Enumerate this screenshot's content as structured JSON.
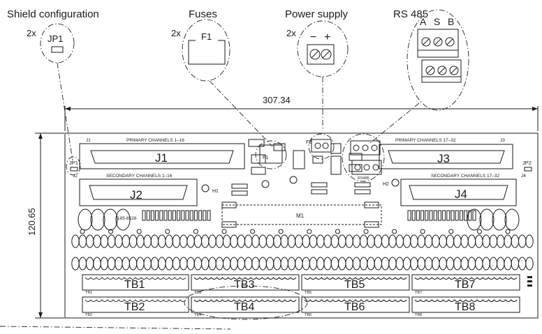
{
  "callouts": {
    "shield_title": "Shield configuration",
    "fuses_title": "Fuses",
    "power_title": "Power supply",
    "rs485_title": "RS 485",
    "shield_qty": "2x",
    "fuses_qty": "2x",
    "power_qty": "2x",
    "shield_part": "JP1",
    "fuse_part": "F1",
    "power_minus": "−",
    "power_plus": "+",
    "rs_a": "A",
    "rs_s": "S",
    "rs_b": "B"
  },
  "dimensions": {
    "width": "307.34",
    "height": "120.65"
  },
  "board": {
    "j1_header": "PRIMARY CHANNELS 1–16",
    "j3_header": "PRIMARY CHANNELS 17–32",
    "j2_header": "SECONDARY CHANNELS 1–16",
    "j4_header": "SECONDARY CHANNELS 17–32",
    "j1": "J1",
    "j2": "J2",
    "j3": "J3",
    "j4": "J4",
    "j1_ref": "J1",
    "j2_ref": "J2",
    "j3_ref": "J3",
    "j4_ref": "J4",
    "jp1": "JP1",
    "jp2": "JP2",
    "h1": "H1",
    "h2": "H2",
    "m1": "M1",
    "f1": "F1",
    "f2": "F2",
    "part_no": "185-8526",
    "rs485_label": "RS485"
  },
  "terminal_blocks": [
    "TB1",
    "TB2",
    "TB3",
    "TB4",
    "TB5",
    "TB6",
    "TB7",
    "TB8"
  ],
  "tb_refs": [
    "TB1",
    "TB2",
    "TB3",
    "TB4",
    "TB5",
    "TB6",
    "TB7",
    "TB8"
  ]
}
